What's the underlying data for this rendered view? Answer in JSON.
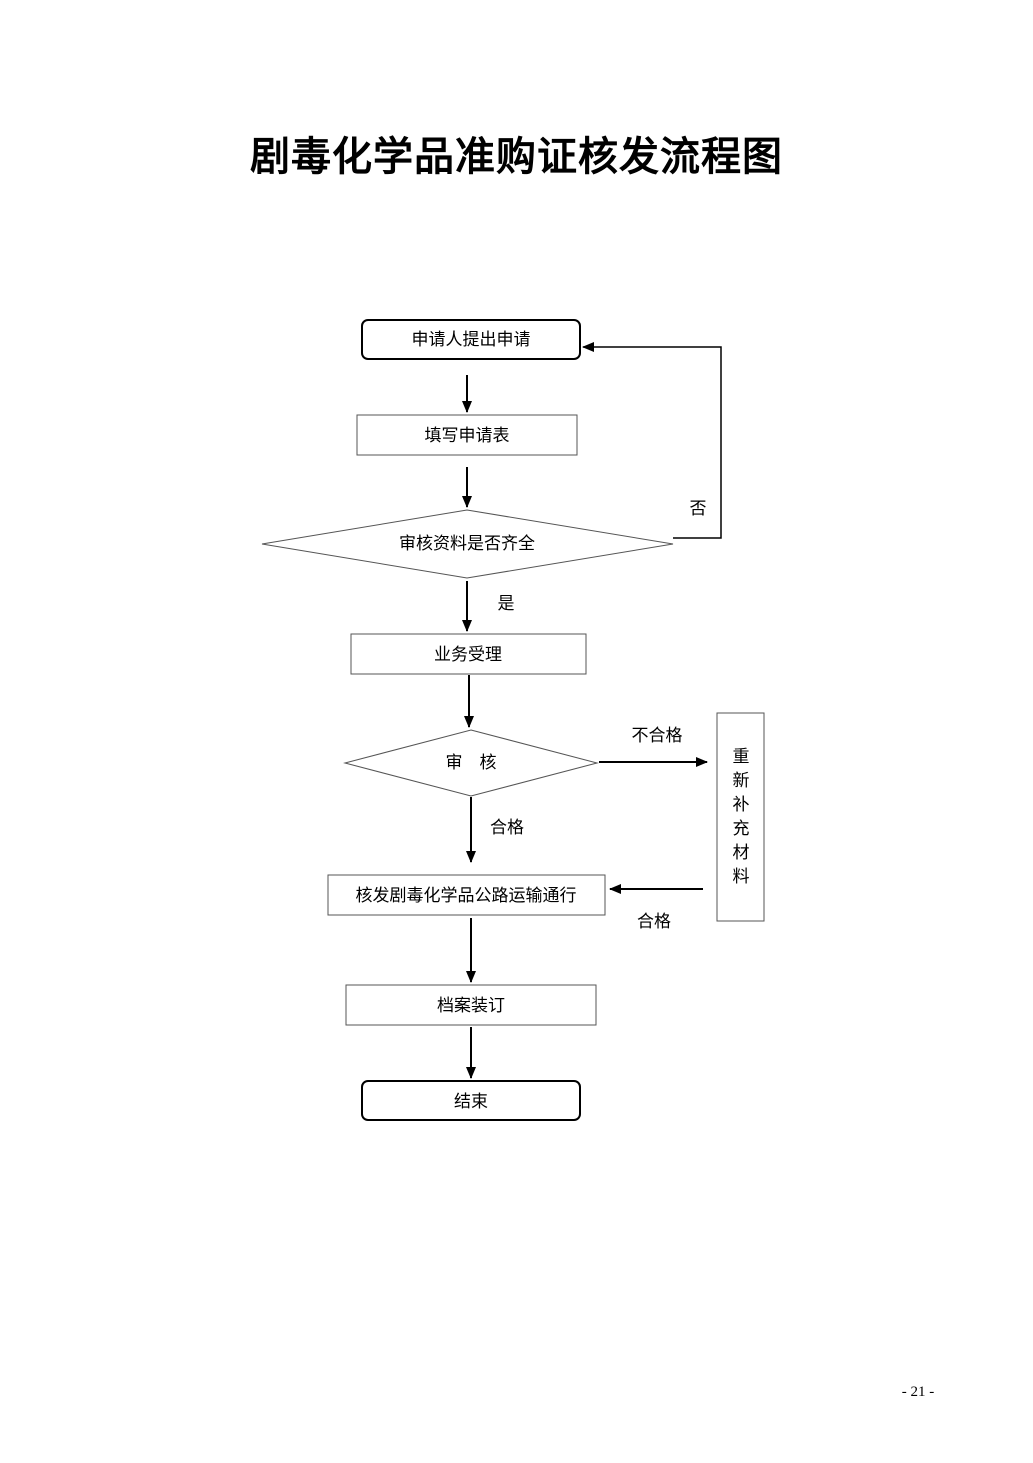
{
  "title": "剧毒化学品准购证核发流程图",
  "nodes": {
    "apply": "申请人提出申请",
    "fill_form": "填写申请表",
    "check_docs": "审核资料是否齐全",
    "accept": "业务受理",
    "review": "审　核",
    "issue": "核发剧毒化学品公路运输通行",
    "archive": "档案装订",
    "end": "结束",
    "resupply": [
      "重",
      "新",
      "补",
      "充",
      "材",
      "料"
    ]
  },
  "edges": {
    "no": "否",
    "yes": "是",
    "fail": "不合格",
    "pass": "合格",
    "pass_after_resupply": "合格"
  },
  "page_number": "- 21 -"
}
